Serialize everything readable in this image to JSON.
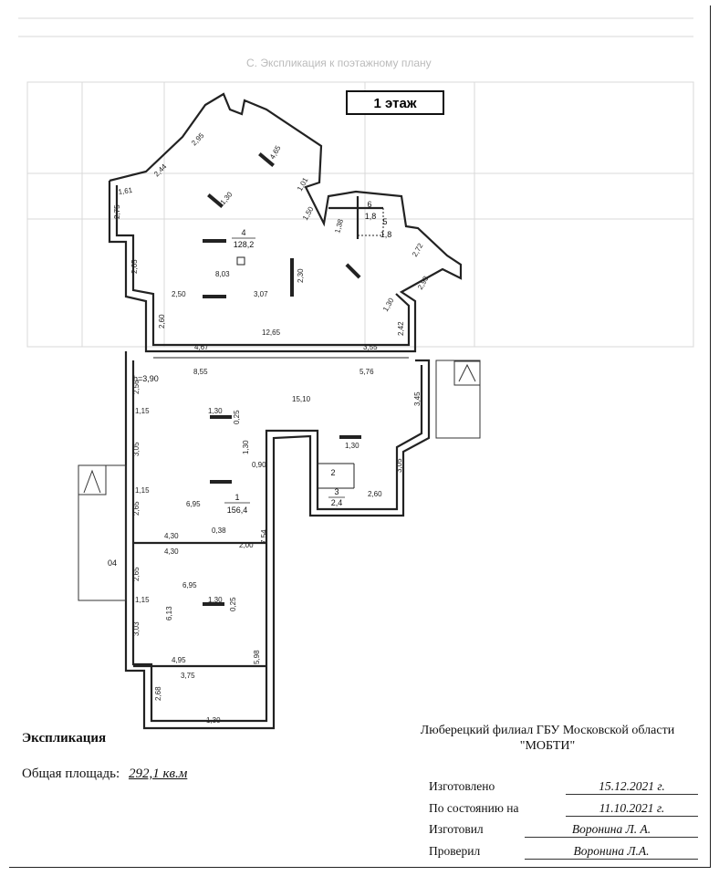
{
  "floor_label": "1 этаж",
  "rooms": {
    "r1": {
      "num": "1",
      "area": "156,4"
    },
    "r2": {
      "num": "2",
      "area": ""
    },
    "r3": {
      "num": "3",
      "area": "2,4"
    },
    "r4": {
      "num": "4",
      "area": "128,2"
    },
    "r5": {
      "num": "5",
      "area": "1,8"
    },
    "r6": {
      "num": "6",
      "area": "1,8"
    }
  },
  "height_label": "h=3,90",
  "dimensions": [
    "1,61",
    "2,44",
    "2,95",
    "4,65",
    "1,01",
    "1,50",
    "1,38",
    "2,72",
    "2,93",
    "1,30",
    "2,42",
    "2,75",
    "2,65",
    "2,60",
    "1,30",
    "8,03",
    "2,30",
    "2,50",
    "3,07",
    "12,65",
    "4,67",
    "3,55",
    "8,55",
    "5,76",
    "15,10",
    "2,56",
    "1,15",
    "1,30",
    "0,25",
    "3,45",
    "3,05",
    "1,30",
    "0,90",
    "1,30",
    "3,05",
    "2,60",
    "1,15",
    "6,95",
    "2,65",
    "4,30",
    "0,38",
    "4,30",
    "2,00",
    "7,54",
    "04",
    "2,65",
    "6,95",
    "1,15",
    "1,30",
    "6,13",
    "0,25",
    "3,03",
    "4,95",
    "3,75",
    "5,98",
    "2,68",
    "1,30"
  ],
  "explication": {
    "title": "Экспликация",
    "total_area_label": "Общая площадь:",
    "total_area_value": "292,1 кв.м"
  },
  "organization": {
    "line1": "Люберецкий филиал ГБУ Московской области",
    "line2": "\"МОБТИ\""
  },
  "stamp": {
    "made_label": "Изготовлено",
    "made_value": "15.12.2021 г.",
    "state_label": "По состоянию на",
    "state_value": "11.10.2021 г.",
    "made_by_label": "Изготовил",
    "made_by_value": "Воронина Л. А.",
    "checked_label": "Проверил",
    "checked_value": "Воронина Л.А."
  },
  "ghost_header": "С. Экспликация к поэтажному плану"
}
